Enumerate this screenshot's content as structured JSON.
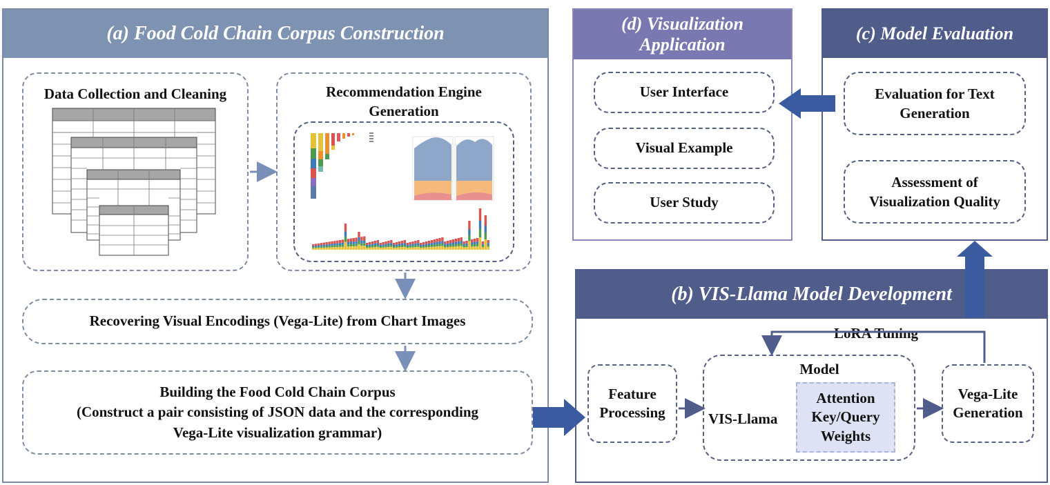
{
  "panels": {
    "a": {
      "title": "(a) Food Cold Chain Corpus Construction",
      "color": "#7e92b1"
    },
    "b": {
      "title": "(b) VIS-Llama Model Development",
      "color": "#505c8a"
    },
    "c": {
      "title": "(c) Model Evaluation",
      "color": "#505c8a"
    },
    "d": {
      "title_line1": "(d) Visualization",
      "title_line2": "Application",
      "color": "#7a78b0"
    }
  },
  "a": {
    "data_collection": "Data Collection and Cleaning",
    "rec_engine_line1": "Recommendation Engine",
    "rec_engine_line2": "Generation",
    "recovering": "Recovering Visual Encodings (Vega-Lite) from Chart Images",
    "building_line1": "Building the Food Cold Chain Corpus",
    "building_line2": "(Construct a pair consisting of JSON data and the corresponding",
    "building_line3": "Vega-Lite visualization grammar)"
  },
  "b": {
    "feature_line1": "Feature",
    "feature_line2": "Processing",
    "model": "Model",
    "vis_llama": "VIS-Llama",
    "attention_line1": "Attention",
    "attention_line2": "Key/Query",
    "attention_line3": "Weights",
    "lora": "LoRA Tuning",
    "vega_line1": "Vega-Lite",
    "vega_line2": "Generation"
  },
  "c": {
    "eval_line1": "Evaluation for Text",
    "eval_line2": "Generation",
    "assess_line1": "Assessment of",
    "assess_line2": "Visualization Quality"
  },
  "d": {
    "user_interface": "User Interface",
    "visual_example": "Visual Example",
    "user_study": "User Study"
  },
  "colors": {
    "arrow_dark": "#3a5ba0",
    "arrow_light": "#7a90b8",
    "dash": "#7f8ba3",
    "attention_fill": "#dde3f4"
  }
}
